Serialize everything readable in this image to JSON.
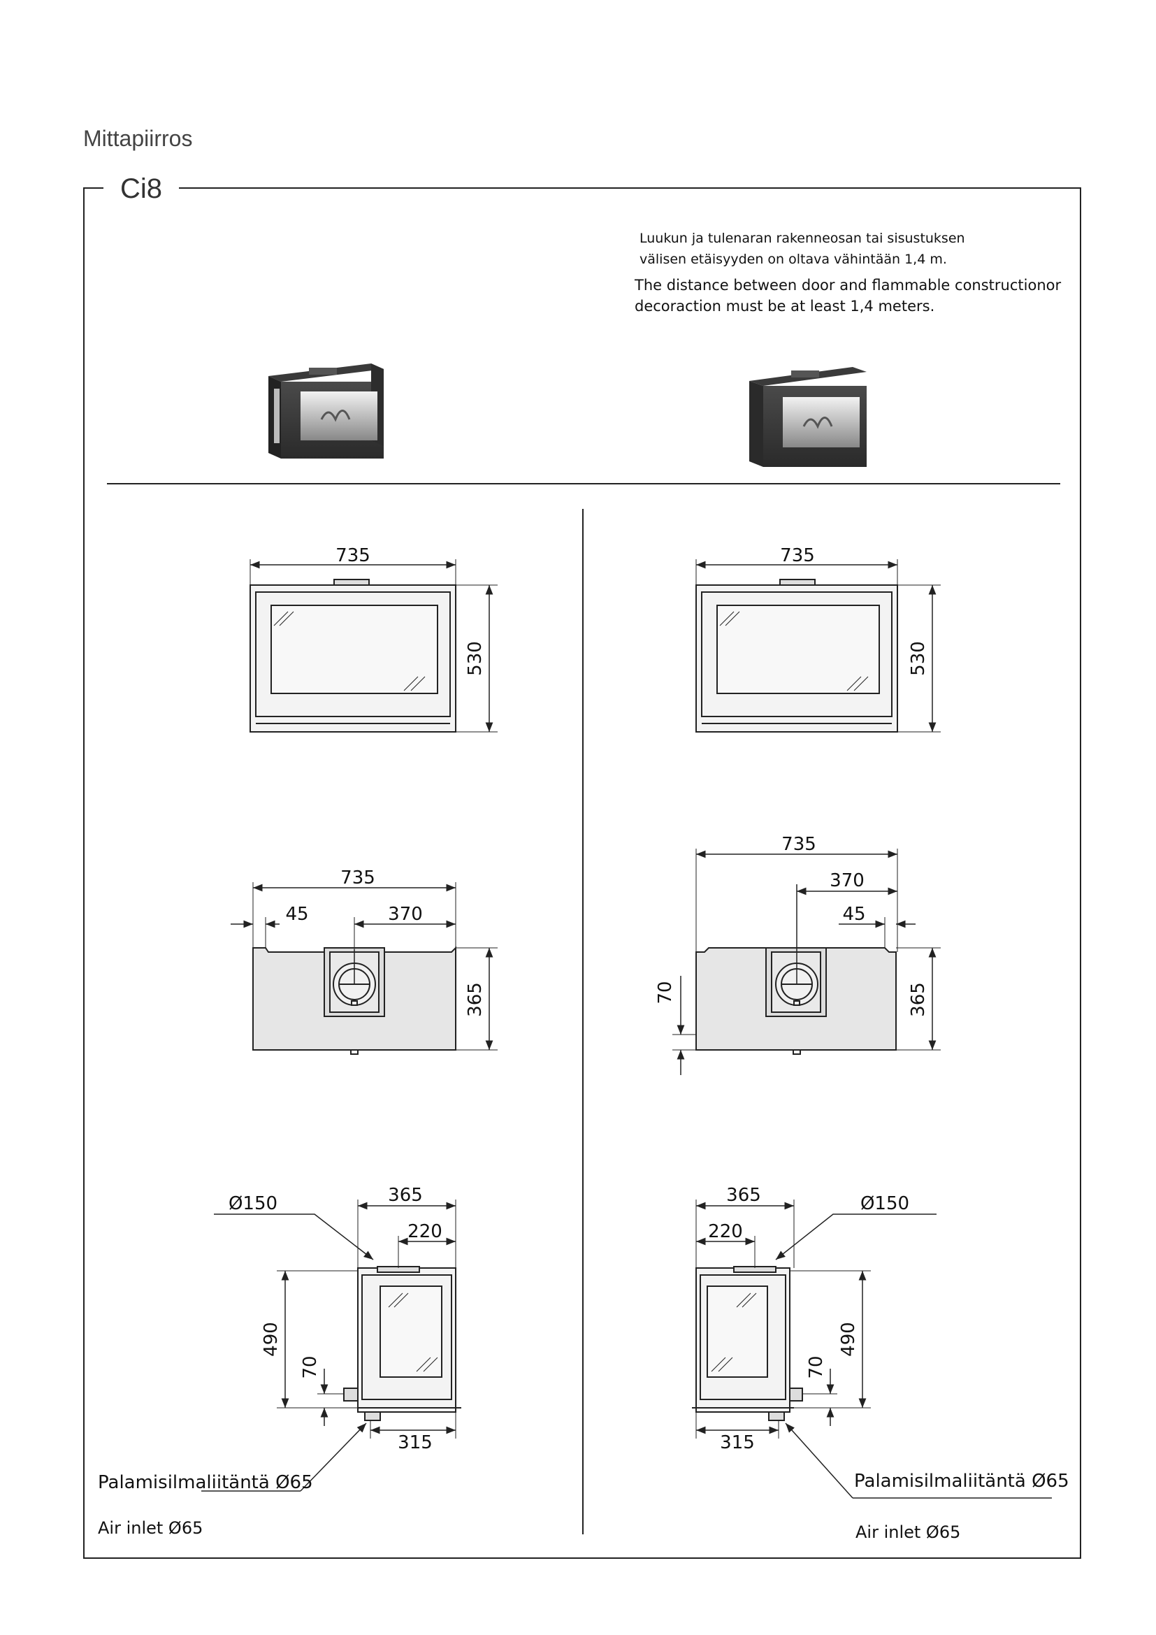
{
  "page": {
    "title": "Mittapiirros",
    "model": "Ci8"
  },
  "notes": {
    "fi_line1": "Luukun ja tulenaran rakenneosan tai sisustuksen",
    "fi_line2": "välisen etäisyyden on oltava vähintään 1,4 m.",
    "en_line1": "The distance between door and flammable constructionor",
    "en_line2": "decoraction must be at least 1,4 meters."
  },
  "dimensions": {
    "width": "735",
    "height": "530",
    "depth": "365",
    "offset_45": "45",
    "offset_370": "370",
    "flue_offset": "220",
    "flue_height": "490",
    "inlet_height": "70",
    "base_depth": "315",
    "flue_diameter": "Ø150"
  },
  "labels": {
    "air_inlet_fi": "Palamisilmaliitäntä Ø65",
    "air_inlet_en": "Air inlet Ø65"
  },
  "colors": {
    "line": "#222222",
    "fill": "#e6e6e6",
    "glass": "#ececec"
  }
}
